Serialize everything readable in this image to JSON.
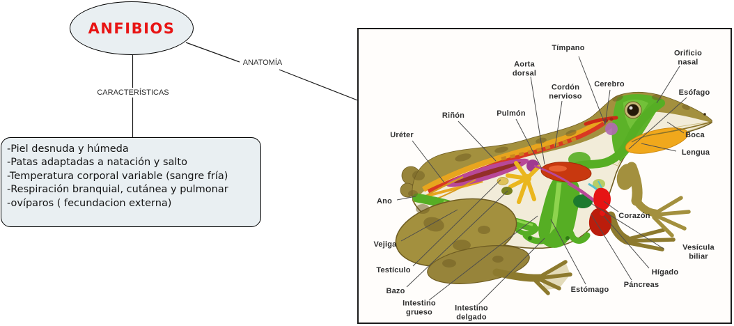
{
  "concept_map": {
    "root_label": "ANFIBIOS",
    "root_text_color": "#e81414",
    "node_fill": "#e9eff2",
    "edges": [
      {
        "label": "CARACTERÍSTICAS"
      },
      {
        "label": "ANATOMÍA"
      }
    ],
    "characteristics": [
      "-Piel desnuda y húmeda",
      "-Patas adaptadas a natación y salto",
      "-Temperatura corporal variable (sangre fría)",
      "-Respiración branquial, cutánea y pulmonar",
      "-ovíparos ( fecundacion externa)"
    ]
  },
  "anatomy": {
    "labels": [
      {
        "id": "timpano",
        "text": "Tímpano"
      },
      {
        "id": "orificio-nasal",
        "text": "Orificio\nnasal"
      },
      {
        "id": "aorta-dorsal",
        "text": "Aorta\ndorsal"
      },
      {
        "id": "cordon-nervioso",
        "text": "Cordón\nnervioso"
      },
      {
        "id": "cerebro",
        "text": "Cerebro"
      },
      {
        "id": "esofago",
        "text": "Esófago"
      },
      {
        "id": "pulmon",
        "text": "Pulmón"
      },
      {
        "id": "rinon",
        "text": "Riñón"
      },
      {
        "id": "ureter",
        "text": "Uréter"
      },
      {
        "id": "boca",
        "text": "Boca"
      },
      {
        "id": "lengua",
        "text": "Lengua"
      },
      {
        "id": "ano",
        "text": "Ano"
      },
      {
        "id": "corazon",
        "text": "Corazón"
      },
      {
        "id": "vejiga",
        "text": "Vejiga"
      },
      {
        "id": "vesicula-biliar",
        "text": "Vesícula biliar"
      },
      {
        "id": "testiculo",
        "text": "Testículo"
      },
      {
        "id": "higado",
        "text": "Hígado"
      },
      {
        "id": "bazo",
        "text": "Bazo"
      },
      {
        "id": "estomago",
        "text": "Estómago"
      },
      {
        "id": "pancreas",
        "text": "Páncreas"
      },
      {
        "id": "intestino-grueso",
        "text": "Intestino\ngrueso"
      },
      {
        "id": "intestino-delgado",
        "text": "Intestino\ndelgado"
      }
    ],
    "palette": {
      "skin": "#a3903e",
      "skin_dark": "#6e5c22",
      "belly": "#f2ecd9",
      "digestive_green": "#56ae24",
      "aorta_red": "#d93822",
      "organ_red": "#c8380f",
      "heart_red": "#e61414",
      "kidney_magenta": "#b84898",
      "fat_yellow": "#eab61e",
      "band_yellow": "#e8a51e",
      "vessel_blue": "#58bece",
      "gallbladder_green": "#1c7a2e"
    }
  }
}
